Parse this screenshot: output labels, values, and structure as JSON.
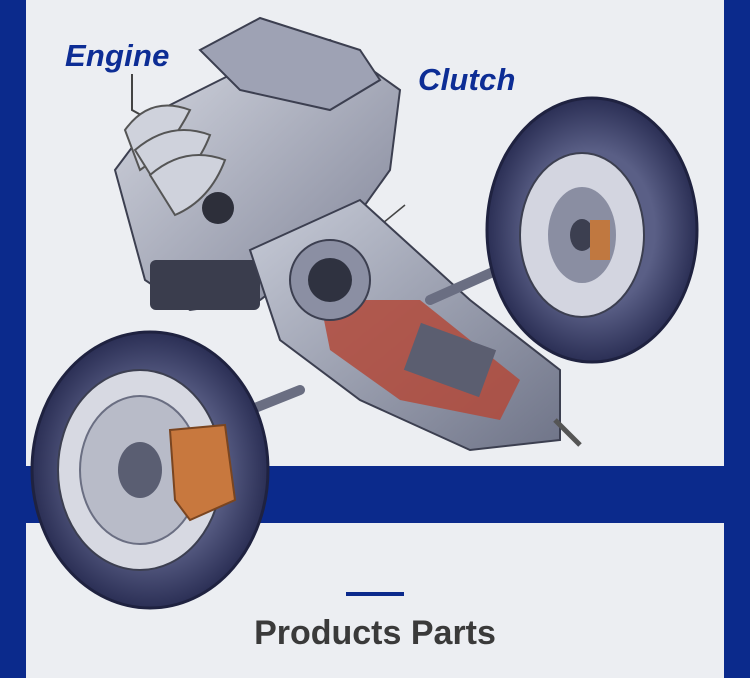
{
  "labels": {
    "engine": "Engine",
    "clutch": "Clutch"
  },
  "section": {
    "title": "Products Parts"
  },
  "colors": {
    "brand_blue": "#0b2a8c",
    "panel": "#eceef2",
    "title_text": "#3a3a3a"
  }
}
